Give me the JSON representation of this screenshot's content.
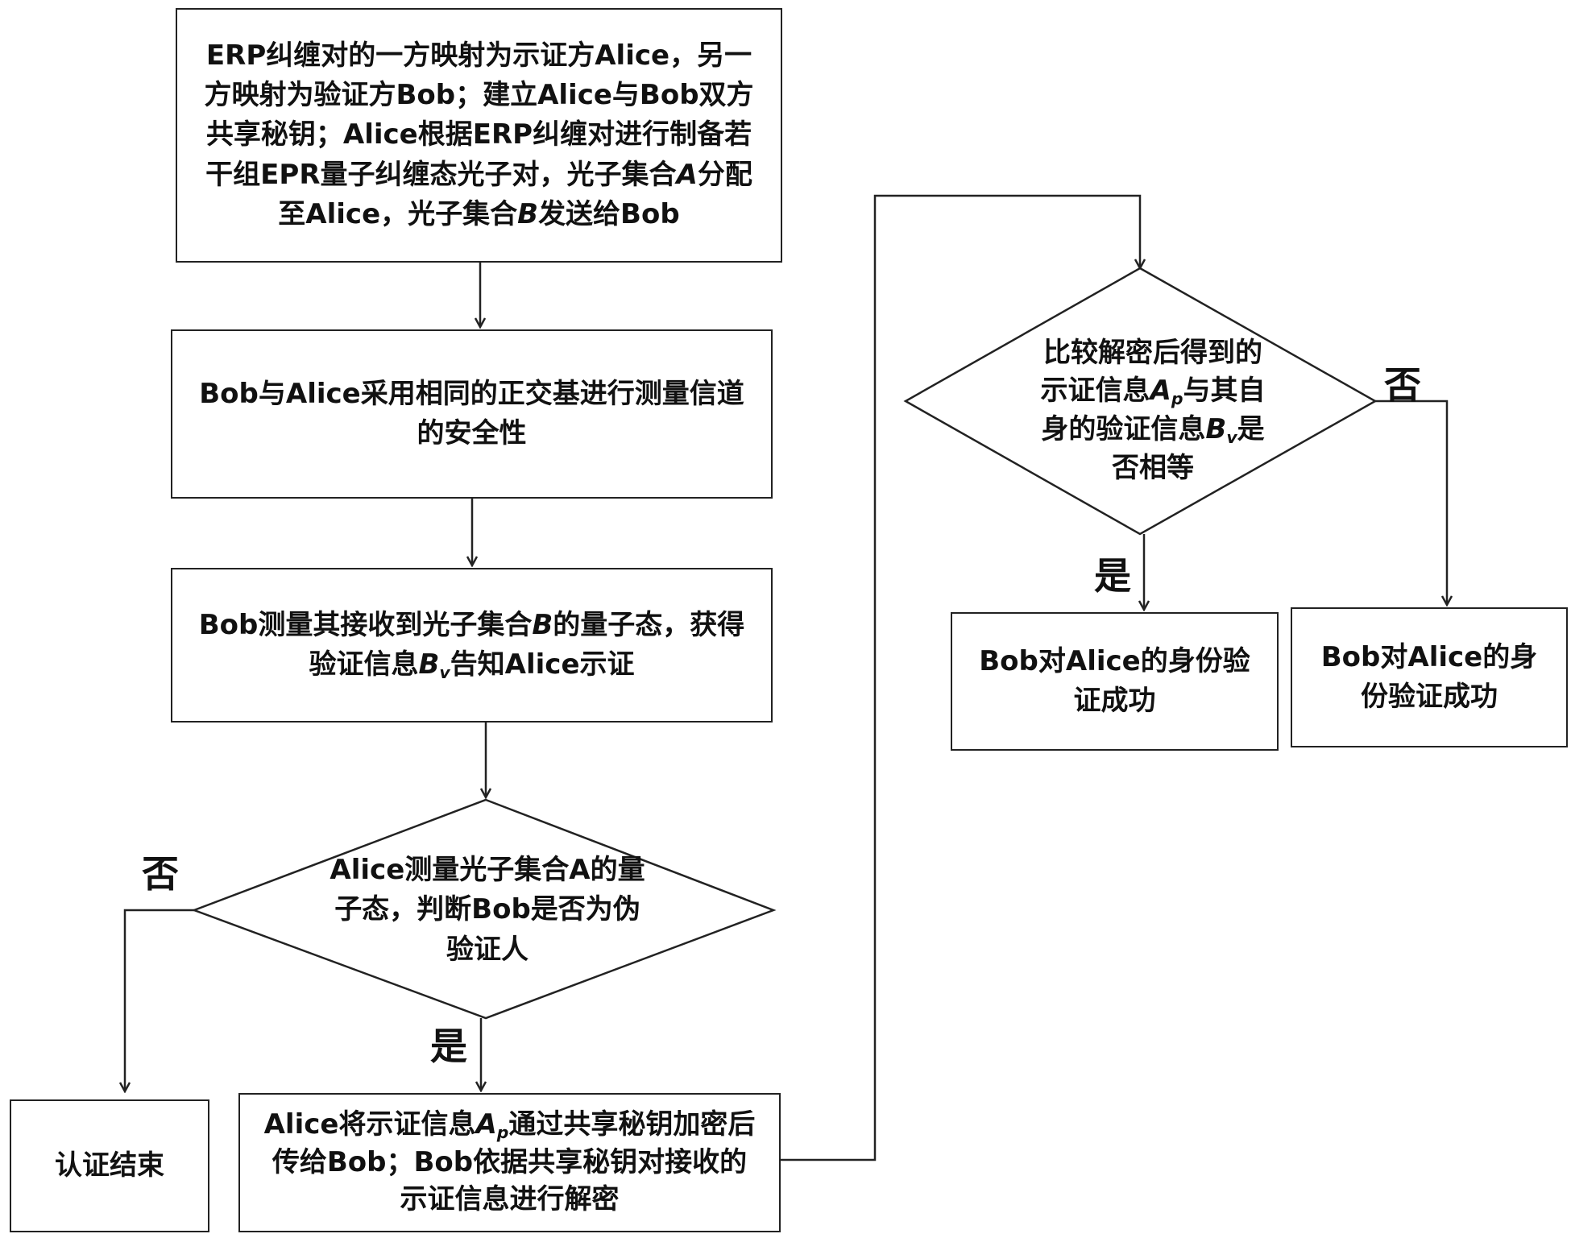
{
  "nodes": {
    "step1": {
      "text": "ERP纠缠对的一方映射为示证方Alice，另一方映射为验证方Bob；建立Alice与Bob双方共享秘钥；Alice根据ERP纠缠对进行制备若干组EPR量子纠缠态光子对，光子集合",
      "set_a": "A",
      "mid": "分配至Alice，光子集合",
      "set_b": "B",
      "tail": "发送给Bob"
    },
    "step2": {
      "text": "Bob与Alice采用相同的正交基进行测量信道的安全性"
    },
    "step3": {
      "text": "Bob测量其接收到光子集合",
      "set_b": "B",
      "mid": "的量子态，获得验证信息",
      "bv_base": "B",
      "bv_sub": "v",
      "tail": "告知Alice示证"
    },
    "decision1": {
      "text": "Alice测量光子集合A的量子态，判断Bob是否为伪验证人"
    },
    "end": {
      "text": "认证结束"
    },
    "step4": {
      "pre": "Alice将示证信息",
      "ap_base": "A",
      "ap_sub": "p",
      "text": "通过共享秘钥加密后传给Bob；Bob依据共享秘钥对接收的示证信息进行解密"
    },
    "decision2": {
      "pre": "比较解密后得到的示证信息",
      "ap_base": "A",
      "ap_sub": "p",
      "mid": "与其自身的验证信息",
      "bv_base": "B",
      "bv_sub": "v",
      "tail": "是否相等"
    },
    "success_yes": {
      "text": "Bob对Alice的身份验证成功"
    },
    "success_no": {
      "text": "Bob对Alice的身份验证成功"
    }
  },
  "labels": {
    "d1_no": "否",
    "d1_yes": "是",
    "d2_yes": "是",
    "d2_no": "否"
  }
}
